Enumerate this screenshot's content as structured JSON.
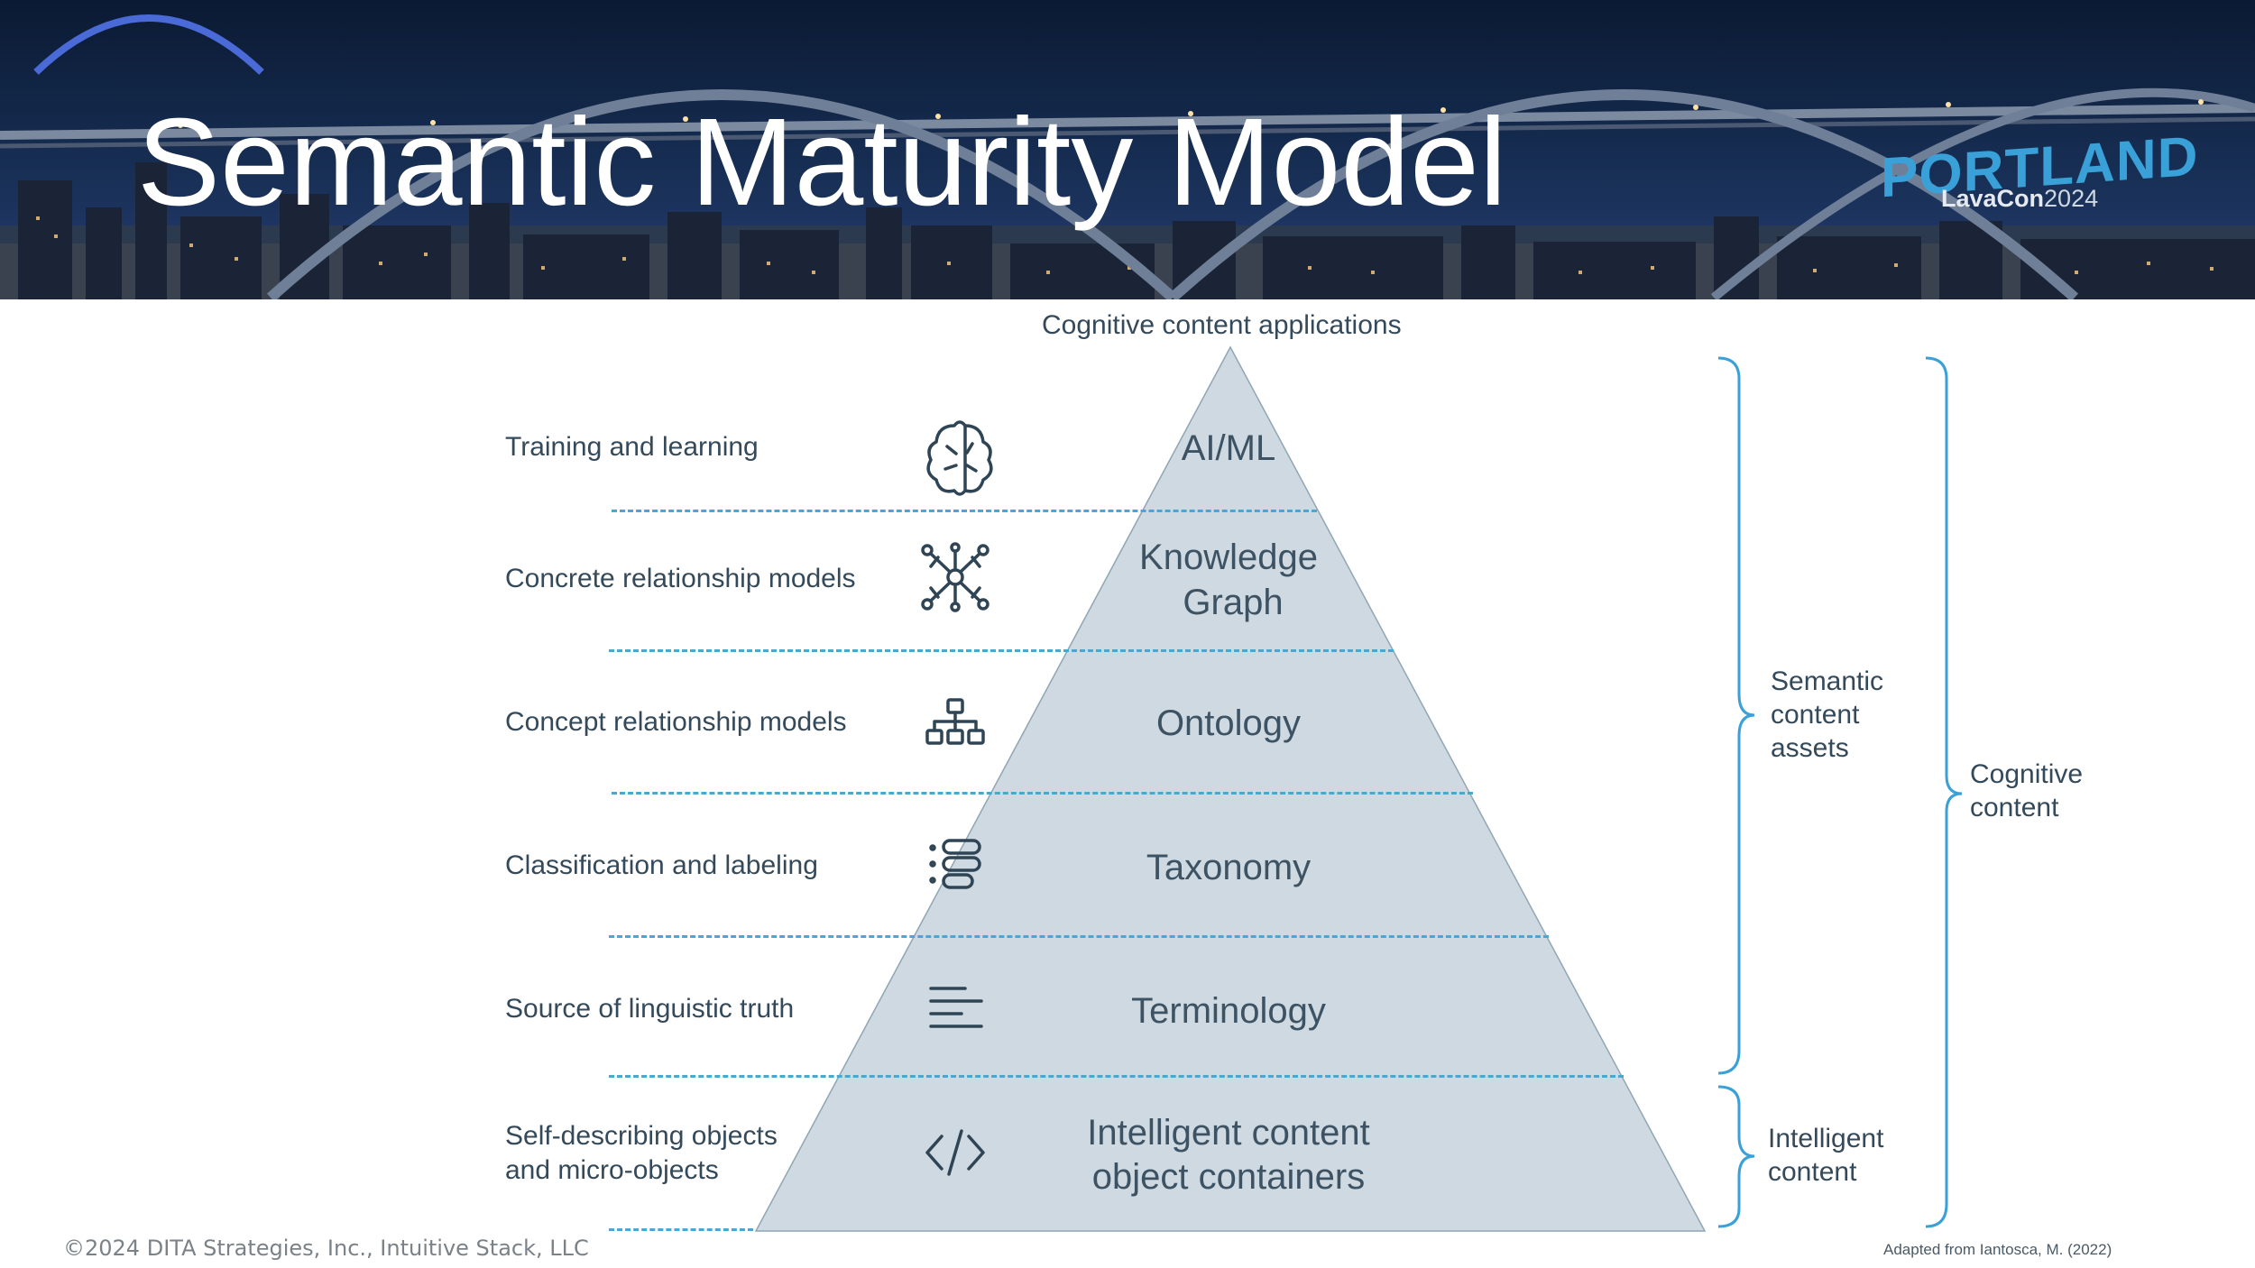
{
  "header": {
    "title": "Semantic Maturity Model",
    "logo_word": "PORTLAND",
    "logo_event": "LavaCon",
    "logo_year": "2024"
  },
  "diagram": {
    "apex_label": "Cognitive content applications",
    "levels": [
      {
        "left_label": "Training and learning",
        "icon": "brain-icon",
        "pyramid_label": "AI/ML"
      },
      {
        "left_label": "Concrete relationship models",
        "icon": "network-graph-icon",
        "pyramid_label_line1": "Knowledge",
        "pyramid_label_line2": "Graph"
      },
      {
        "left_label": "Concept relationship models",
        "icon": "hierarchy-icon",
        "pyramid_label": "Ontology"
      },
      {
        "left_label": "Classification and labeling",
        "icon": "list-tags-icon",
        "pyramid_label": "Taxonomy"
      },
      {
        "left_label": "Source of linguistic truth",
        "icon": "text-lines-icon",
        "pyramid_label": "Terminology"
      },
      {
        "left_label_line1": "Self-describing objects",
        "left_label_line2": "and micro-objects",
        "icon": "code-icon",
        "pyramid_label_line1": "Intelligent content",
        "pyramid_label_line2": "object containers"
      }
    ],
    "braces": {
      "semantic": {
        "line1": "Semantic",
        "line2": "content",
        "line3": "assets"
      },
      "intelligent": {
        "line1": "Intelligent",
        "line2": "content"
      },
      "cognitive": {
        "line1": "Cognitive",
        "line2": "content"
      }
    },
    "colors": {
      "pyramid_fill": "#cfd9e1",
      "dash": "#4aa7d2",
      "brace": "#3aa0d8",
      "text": "#34495a"
    }
  },
  "footer": {
    "copyright": "©2024 DITA Strategies, Inc., Intuitive Stack, LLC",
    "attribution": "Adapted from Iantosca, M. (2022)"
  }
}
